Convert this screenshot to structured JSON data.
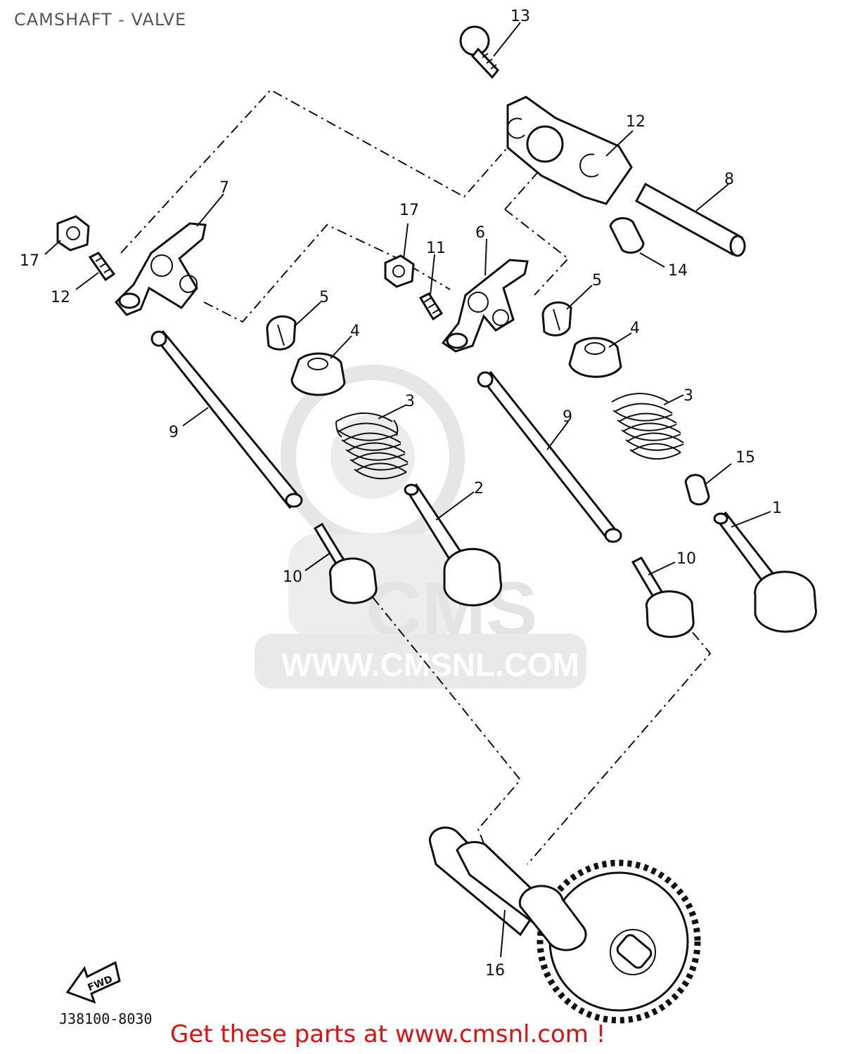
{
  "title": "CAMSHAFT - VALVE",
  "drawing_code": "J38100-8030",
  "fwd_label": "FWD",
  "watermark": {
    "logo_text": "CMS",
    "url_text": "WWW.CMSNL.COM"
  },
  "footer": "Get these parts at www.cmsnl.com !",
  "callouts": [
    "1",
    "2",
    "3",
    "3",
    "4",
    "4",
    "5",
    "5",
    "6",
    "7",
    "8",
    "9",
    "9",
    "10",
    "10",
    "11",
    "12",
    "12",
    "13",
    "14",
    "15",
    "16",
    "17",
    "17"
  ],
  "colors": {
    "footer_text": "#e01010",
    "watermark": "#e4e4e4",
    "line_art": "#111111"
  }
}
